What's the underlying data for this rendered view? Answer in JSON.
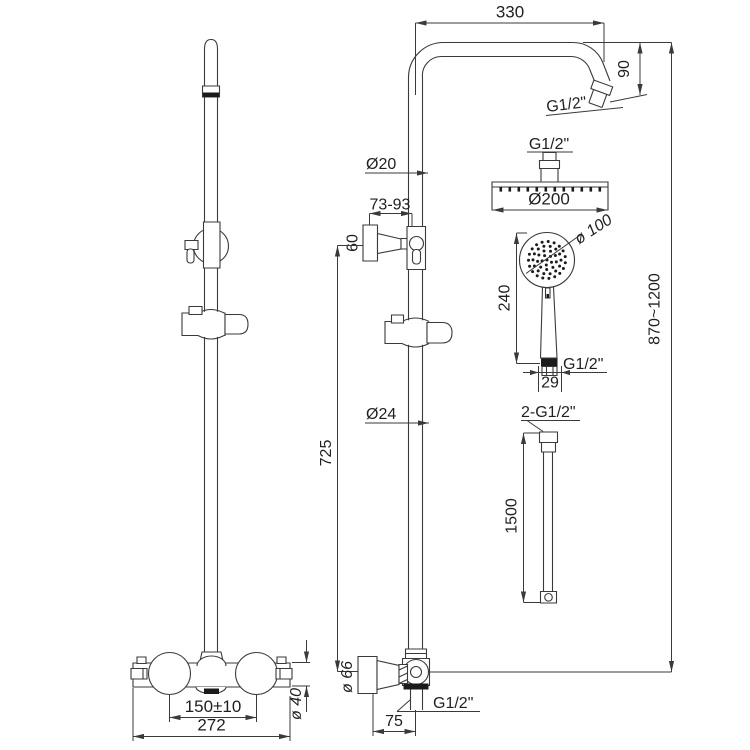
{
  "front": {
    "dim_center_distance": "150±10",
    "dim_width": "272",
    "dia_valve": "ø 40"
  },
  "side": {
    "dim_arm": "330",
    "dim_drop": "90",
    "arm_thread": "G1/2\"",
    "dia_upper": "Ø20",
    "dim_wall": "73-93",
    "dia_escutcheon": "60",
    "dim_column": "725",
    "dia_lower": "Ø24",
    "dia_valve_escutcheon": "ø 66",
    "outlet_thread": "G1/2\"",
    "dim_offset": "75",
    "dim_height": "870~1200"
  },
  "head": {
    "thread": "G1/2\"",
    "dia": "Ø200"
  },
  "hand": {
    "dia": "ø 100",
    "dim_length": "240",
    "thread": "G1/2\"",
    "dim_nut": "29"
  },
  "hose": {
    "thread": "2-G1/2\"",
    "dim_length": "1500"
  }
}
